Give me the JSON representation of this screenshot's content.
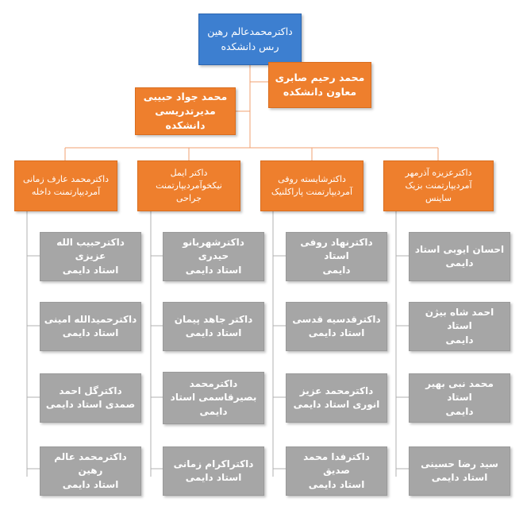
{
  "root": {
    "line1": "داکترمحمدعالم رهین",
    "line2": "رىس دانشکده"
  },
  "deputy": {
    "line1": "محمد رحیم صابری",
    "line2": "معاون دانشکده"
  },
  "director": {
    "line1": "محمد جواد حبیبی",
    "line2": "مدیرتدریسی دانشکده"
  },
  "departments": [
    {
      "head": [
        "داکترعزیزه آذرمهر",
        "آمردیپارتمنت بزیک",
        "ساینس"
      ],
      "members": [
        [
          "احسان ایوبی استاد",
          "دایمی"
        ],
        [
          "احمد شاه بیژن استاد",
          "دایمی"
        ],
        [
          "محمد نبی بهیر استاد",
          "دایمی"
        ],
        [
          "سید رضا حسینی",
          "استاد دایمی"
        ]
      ]
    },
    {
      "head": [
        "داکترشایسته روفی",
        "آمردیپارتمنت پاراکلنیک"
      ],
      "members": [
        [
          "داکترنهاد روفی استاد",
          "دایمی"
        ],
        [
          "داکترقدسیه قدسی",
          "استاد  دایمی"
        ],
        [
          "داکترمحمد عزیز",
          "انوری استاد دایمی"
        ],
        [
          "داکترفدا محمد صدیق",
          "استاد دایمی"
        ]
      ]
    },
    {
      "head": [
        "داکتر ایمل",
        "نیکخوآمردیپارتمنت",
        "جراحی"
      ],
      "members": [
        [
          "داکترشهربانو حیدری",
          "استاد دایمی"
        ],
        [
          "داکتر جاهد پیمان",
          "استاد دایمی"
        ],
        [
          "داکترمحمد",
          "بصیرقاسمی استاد",
          "دایمی"
        ],
        [
          "داکتراکرام زمانی",
          "استاد دایمی"
        ]
      ]
    },
    {
      "head": [
        "داکترمحمد عارف زمانی",
        "آمردیپارتمنت داخله"
      ],
      "members": [
        [
          "داکترحبیب الله عزیزی",
          "استاد دایمی"
        ],
        [
          "داکترحمیدالله امینی",
          "استاد دایمی"
        ],
        [
          "داکترگل احمد",
          "صمدی استاد دایمی"
        ],
        [
          "داکترمحمد عالم رهین",
          "استاد دایمی"
        ]
      ]
    }
  ]
}
